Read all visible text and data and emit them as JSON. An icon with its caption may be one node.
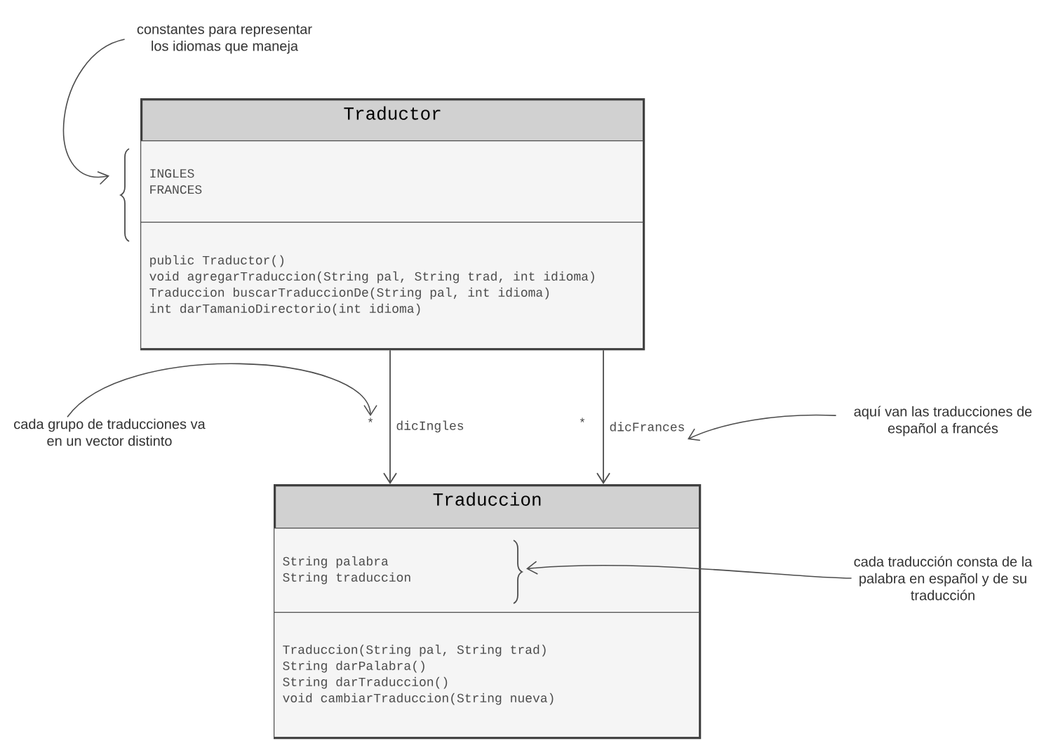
{
  "diagram": {
    "nodes": [
      {
        "text": [
          "Traductor"
        ]
      },
      {
        "text": [
          "INGLES",
          "FRANCES"
        ],
        "in": 0
      },
      {
        "text": [
          "public Traductor()",
          "void agregarTraduccion(String pal, String trad, int idioma)",
          "Traduccion buscarTraduccionDe(String pal, int idioma)",
          "int darTamanioDirectorio(int idioma)"
        ],
        "in": 0
      },
      {
        "text": [
          "Traduccion"
        ]
      },
      {
        "text": [
          "String palabra",
          "String traduccion"
        ],
        "in": 3
      },
      {
        "text": [
          "Traduccion(String pal, String trad)",
          "String darPalabra()",
          "String darTraduccion()",
          "void cambiarTraduccion(String nueva)"
        ],
        "in": 3
      },
      {
        "text": [
          "constantes para representar los idiomas que maneja"
        ]
      },
      {
        "text": [
          "cada grupo de traducciones va en un vector distinto"
        ]
      },
      {
        "text": [
          "aquí van las traducciones de español a francés"
        ]
      },
      {
        "text": [
          "cada traducción consta de la palabra en español y de su traducción"
        ]
      },
      {
        "text": [
          "*"
        ]
      },
      {
        "text": [
          "*"
        ]
      }
    ],
    "edges": [
      {
        "from": 0,
        "to": 3,
        "arrow": "to",
        "label": "dicIngles"
      },
      {
        "from": 0,
        "to": 3,
        "arrow": "to",
        "label": "dicFrances"
      },
      {
        "from": 6,
        "to": 1,
        "arrow": "to"
      },
      {
        "from": 7,
        "to": 10,
        "arrow": "to"
      },
      {
        "from": 8,
        "to": null,
        "arrow": "to"
      },
      {
        "from": 9,
        "to": 4,
        "arrow": "to"
      }
    ]
  }
}
